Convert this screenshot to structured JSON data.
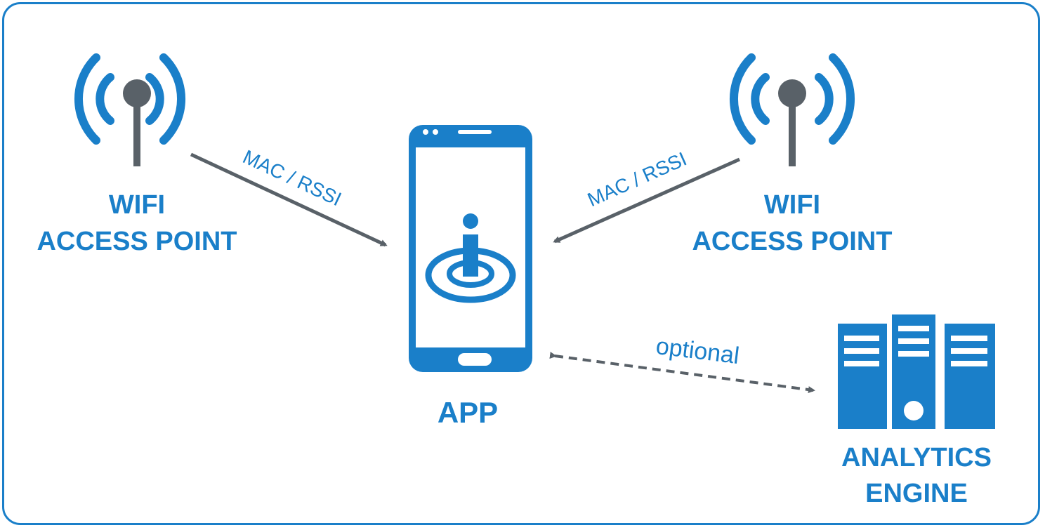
{
  "colors": {
    "blue": "#1a7fc9",
    "gray": "#596168",
    "frame": "#1a7fc9"
  },
  "nodes": {
    "ap_left": {
      "icon": "wifi-antenna-icon",
      "line1": "WIFI",
      "line2": "ACCESS POINT"
    },
    "ap_right": {
      "icon": "wifi-antenna-icon",
      "line1": "WIFI",
      "line2": "ACCESS POINT"
    },
    "app": {
      "icon": "smartphone-location-icon",
      "label": "APP"
    },
    "analytics": {
      "icon": "server-rack-icon",
      "line1": "ANALYTICS",
      "line2": "ENGINE"
    }
  },
  "edges": {
    "left": {
      "label": "MAC / RSSI",
      "style": "solid"
    },
    "right": {
      "label": "MAC / RSSI",
      "style": "solid"
    },
    "analytics": {
      "label": "optional",
      "style": "dashed-bidirectional"
    }
  }
}
